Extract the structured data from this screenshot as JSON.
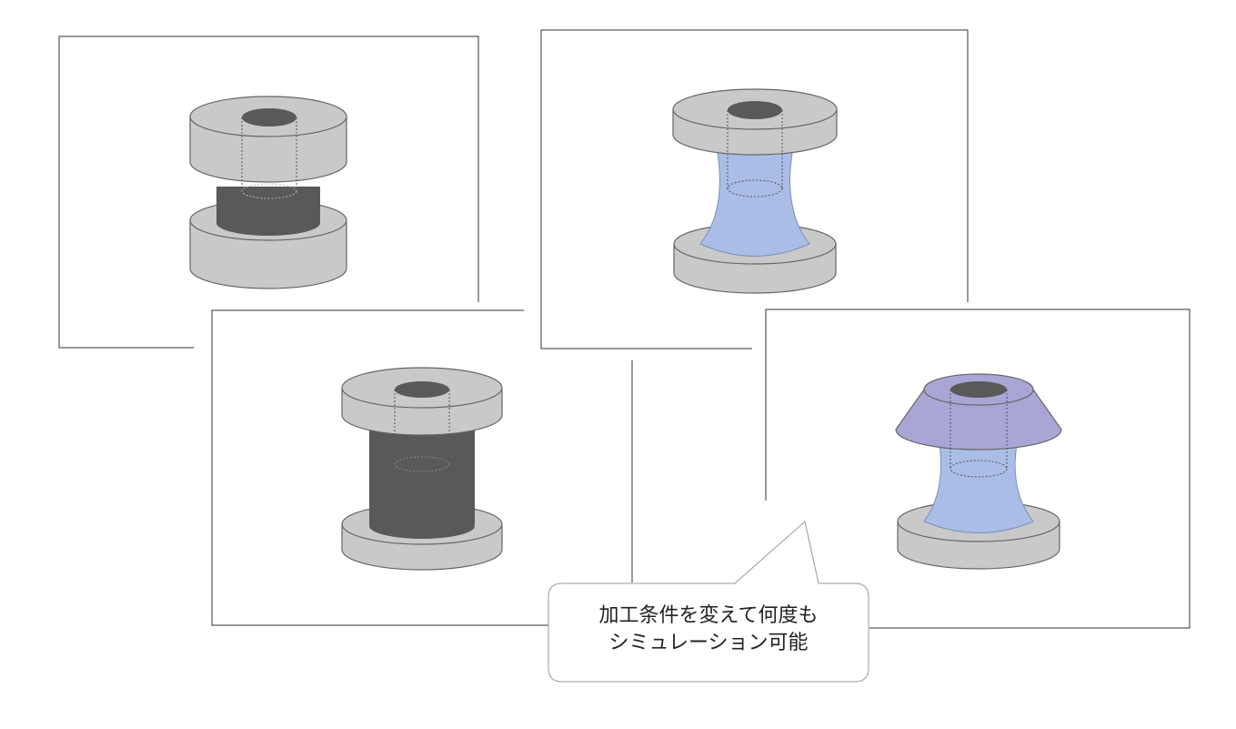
{
  "colors": {
    "die": "#c9c9c9",
    "die_stroke": "#666666",
    "billet": "#595959",
    "hole": "#595959",
    "deformed": "#a9bde6",
    "flared": "#a9a6d6",
    "frame": "#333333"
  },
  "panels": [
    {
      "name": "panel-1",
      "state": "initial"
    },
    {
      "name": "panel-2",
      "state": "initial-tall"
    },
    {
      "name": "panel-3",
      "state": "upset"
    },
    {
      "name": "panel-4",
      "state": "flared"
    }
  ],
  "callout": {
    "line1": "加工条件を変えて何度も",
    "line2": "シミュレーション可能"
  }
}
